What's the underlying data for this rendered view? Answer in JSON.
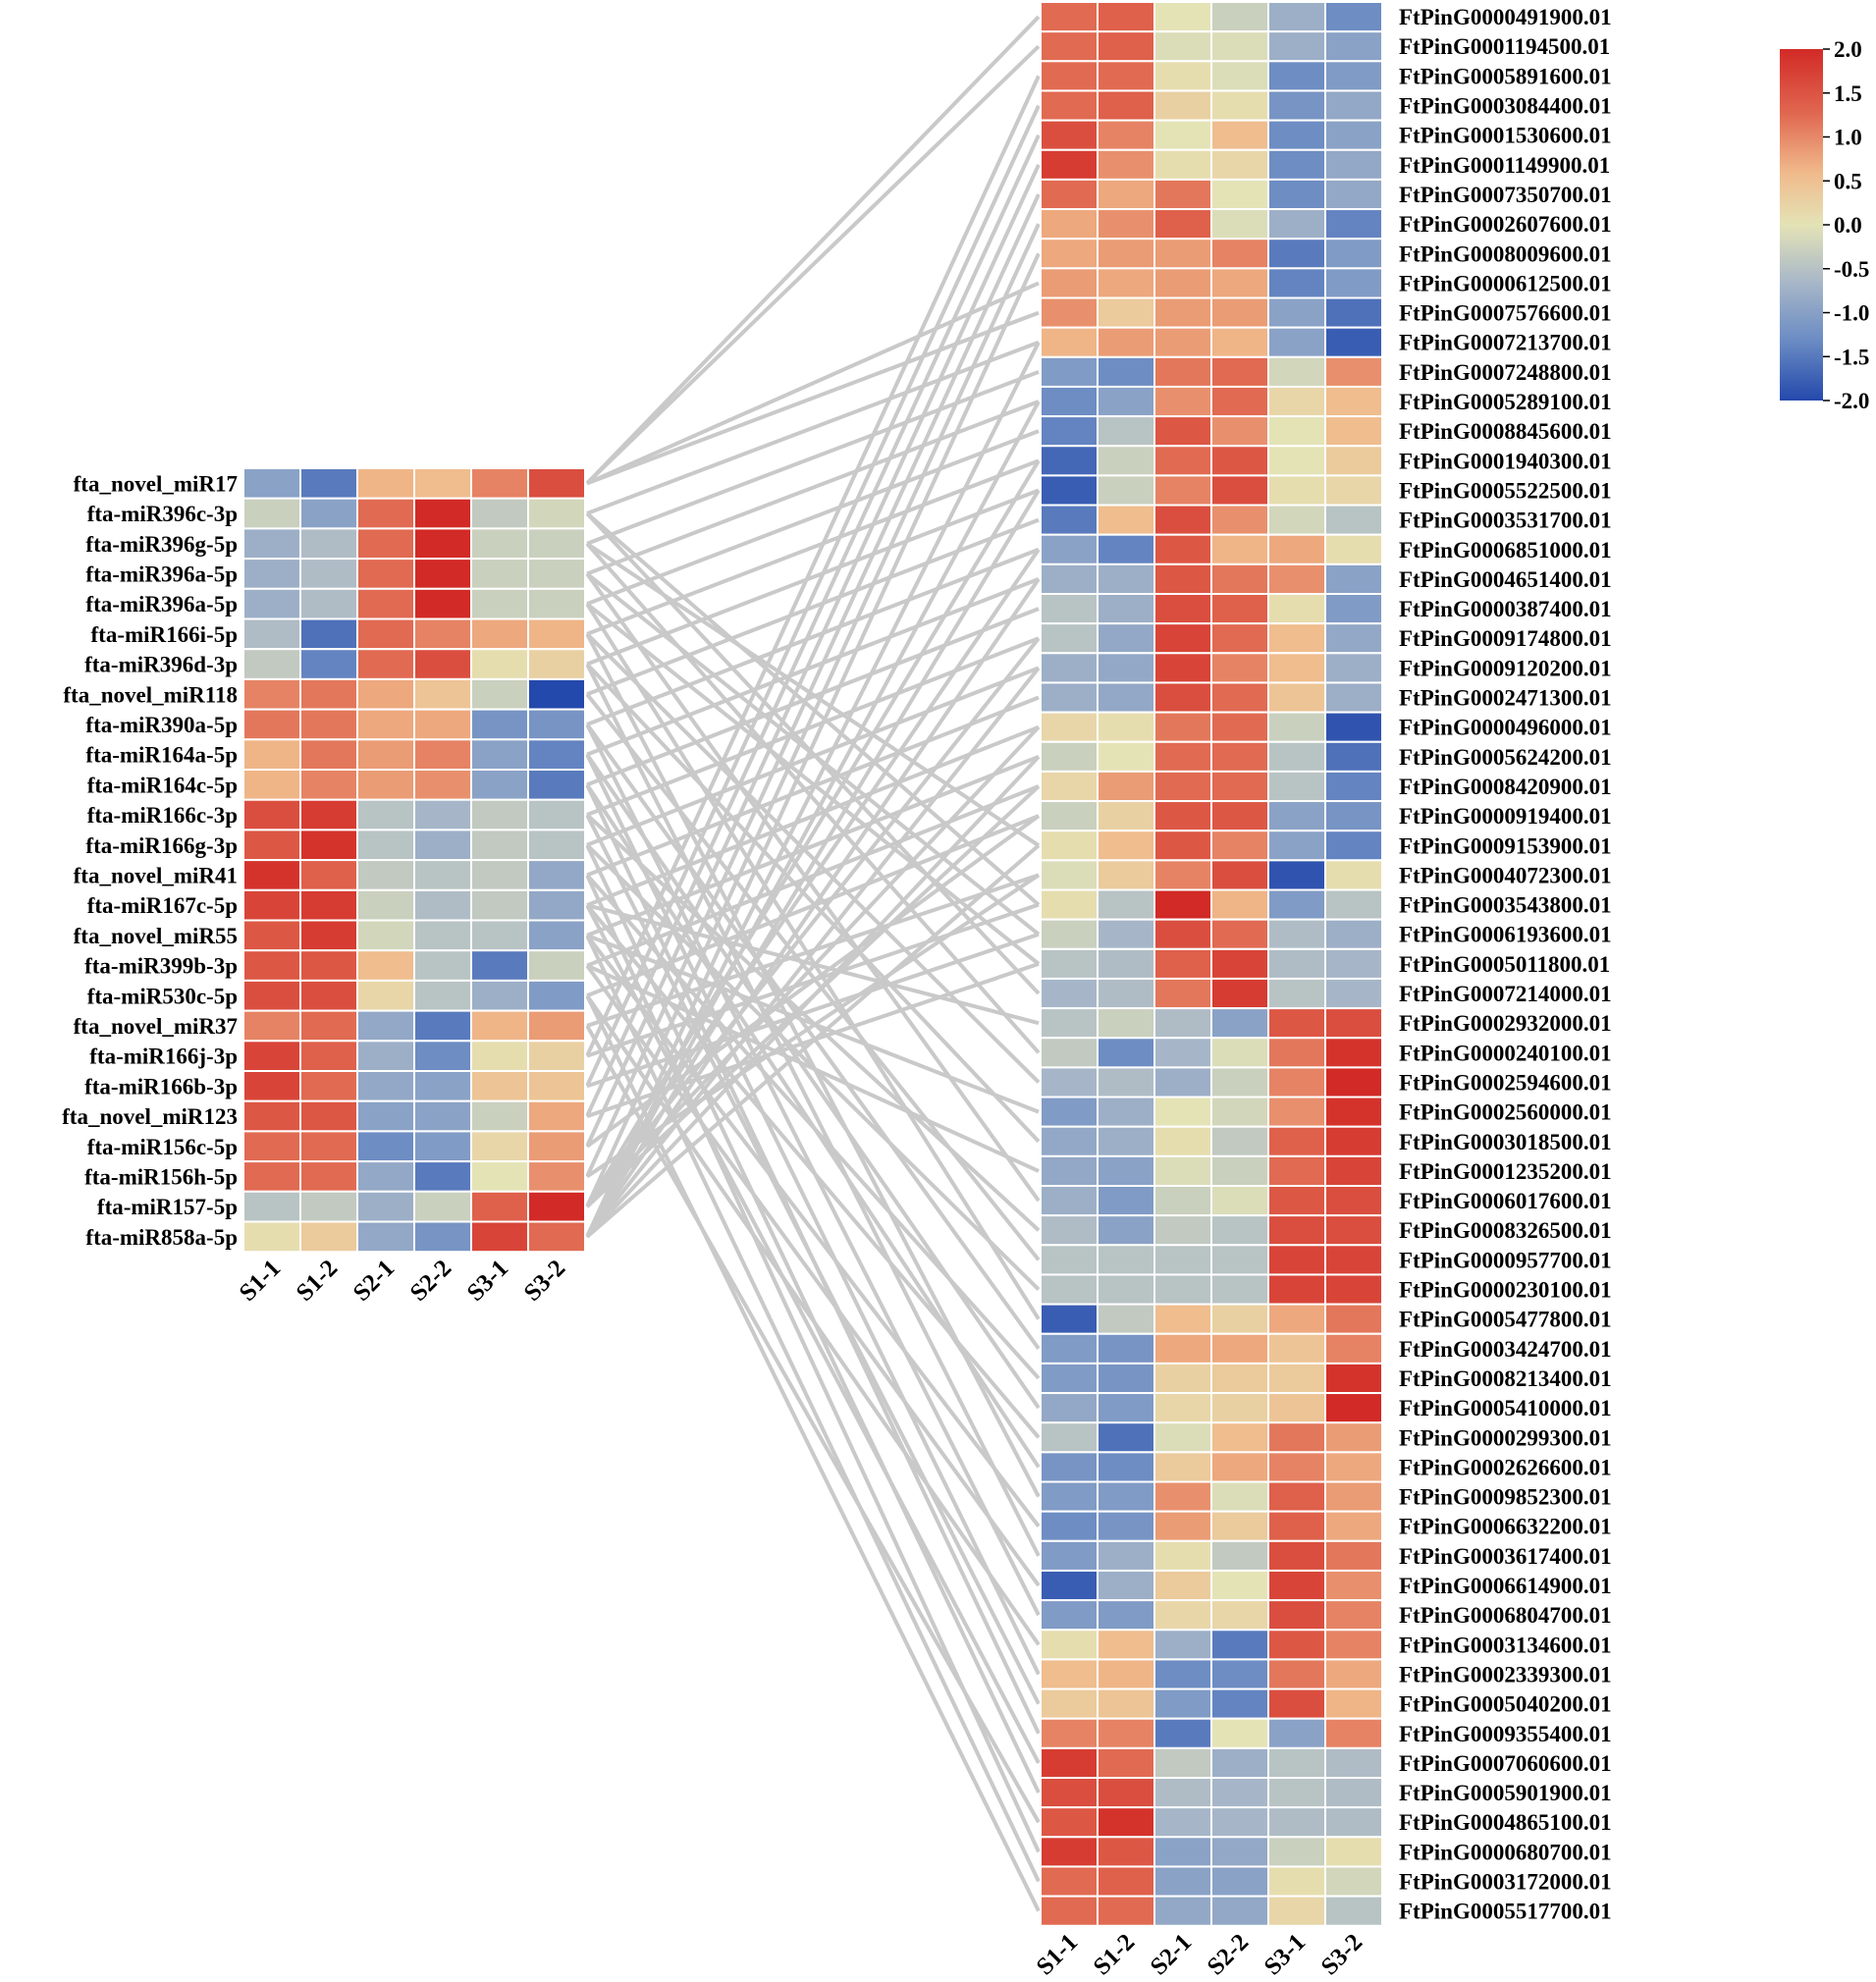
{
  "chart_data": [
    {
      "type": "heatmap",
      "name": "miRNA expression heatmap",
      "columns": [
        "S1-1",
        "S1-2",
        "S2-1",
        "S2-2",
        "S3-1",
        "S3-2"
      ],
      "rows": [
        "fta_novel_miR17",
        "fta-miR396c-3p",
        "fta-miR396g-5p",
        "fta-miR396a-5p",
        "fta-miR396a-5p",
        "fta-miR166i-5p",
        "fta-miR396d-3p",
        "fta_novel_miR118",
        "fta-miR390a-5p",
        "fta-miR164a-5p",
        "fta-miR164c-5p",
        "fta-miR166c-3p",
        "fta-miR166g-3p",
        "fta_novel_miR41",
        "fta-miR167c-5p",
        "fta_novel_miR55",
        "fta-miR399b-3p",
        "fta-miR530c-5p",
        "fta_novel_miR37",
        "fta-miR166j-3p",
        "fta-miR166b-3p",
        "fta_novel_miR123",
        "fta-miR156c-5p",
        "fta-miR156h-5p",
        "fta-miR157-5p",
        "fta-miR858a-5p"
      ],
      "values": [
        [
          -1.0,
          -1.5,
          0.7,
          0.6,
          1.1,
          1.6
        ],
        [
          -0.3,
          -1.0,
          1.3,
          2.0,
          -0.4,
          -0.2
        ],
        [
          -0.8,
          -0.6,
          1.3,
          2.0,
          -0.3,
          -0.3
        ],
        [
          -0.8,
          -0.6,
          1.3,
          2.0,
          -0.3,
          -0.3
        ],
        [
          -0.8,
          -0.6,
          1.3,
          2.0,
          -0.3,
          -0.3
        ],
        [
          -0.6,
          -1.6,
          1.3,
          1.1,
          0.8,
          0.7
        ],
        [
          -0.4,
          -1.4,
          1.3,
          1.6,
          0.1,
          0.3
        ],
        [
          1.1,
          1.2,
          0.8,
          0.5,
          -0.3,
          -2.0
        ],
        [
          1.2,
          1.2,
          0.8,
          0.8,
          -1.2,
          -1.2
        ],
        [
          0.7,
          1.2,
          0.9,
          1.1,
          -1.0,
          -1.4
        ],
        [
          0.7,
          1.1,
          0.9,
          1.0,
          -1.0,
          -1.5
        ],
        [
          1.6,
          1.8,
          -0.5,
          -0.7,
          -0.4,
          -0.5
        ],
        [
          1.5,
          1.9,
          -0.5,
          -0.8,
          -0.4,
          -0.5
        ],
        [
          1.9,
          1.4,
          -0.4,
          -0.5,
          -0.4,
          -0.9
        ],
        [
          1.7,
          1.8,
          -0.3,
          -0.6,
          -0.4,
          -0.9
        ],
        [
          1.5,
          1.8,
          -0.2,
          -0.5,
          -0.5,
          -1.0
        ],
        [
          1.5,
          1.5,
          0.6,
          -0.5,
          -1.5,
          -0.3
        ],
        [
          1.6,
          1.6,
          0.2,
          -0.5,
          -0.8,
          -1.1
        ],
        [
          1.1,
          1.3,
          -0.9,
          -1.5,
          0.7,
          0.9
        ],
        [
          1.7,
          1.4,
          -0.8,
          -1.3,
          0.1,
          0.3
        ],
        [
          1.7,
          1.3,
          -0.9,
          -1.0,
          0.5,
          0.5
        ],
        [
          1.5,
          1.5,
          -1.0,
          -1.0,
          -0.3,
          0.8
        ],
        [
          1.3,
          1.3,
          -1.3,
          -1.1,
          0.2,
          0.9
        ],
        [
          1.3,
          1.3,
          -0.9,
          -1.5,
          0.0,
          1.0
        ],
        [
          -0.5,
          -0.4,
          -0.8,
          -0.3,
          1.4,
          2.0
        ],
        [
          0.1,
          0.4,
          -0.9,
          -1.2,
          1.7,
          1.3
        ]
      ]
    },
    {
      "type": "heatmap",
      "name": "target gene expression heatmap",
      "columns": [
        "S1-1",
        "S1-2",
        "S2-1",
        "S2-2",
        "S3-1",
        "S3-2"
      ],
      "rows": [
        "FtPinG0000491900.01",
        "FtPinG0001194500.01",
        "FtPinG0005891600.01",
        "FtPinG0003084400.01",
        "FtPinG0001530600.01",
        "FtPinG0001149900.01",
        "FtPinG0007350700.01",
        "FtPinG0002607600.01",
        "FtPinG0008009600.01",
        "FtPinG0000612500.01",
        "FtPinG0007576600.01",
        "FtPinG0007213700.01",
        "FtPinG0007248800.01",
        "FtPinG0005289100.01",
        "FtPinG0008845600.01",
        "FtPinG0001940300.01",
        "FtPinG0005522500.01",
        "FtPinG0003531700.01",
        "FtPinG0006851000.01",
        "FtPinG0004651400.01",
        "FtPinG0000387400.01",
        "FtPinG0009174800.01",
        "FtPinG0009120200.01",
        "FtPinG0002471300.01",
        "FtPinG0000496000.01",
        "FtPinG0005624200.01",
        "FtPinG0008420900.01",
        "FtPinG0000919400.01",
        "FtPinG0009153900.01",
        "FtPinG0004072300.01",
        "FtPinG0003543800.01",
        "FtPinG0006193600.01",
        "FtPinG0005011800.01",
        "FtPinG0007214000.01",
        "FtPinG0002932000.01",
        "FtPinG0000240100.01",
        "FtPinG0002594600.01",
        "FtPinG0002560000.01",
        "FtPinG0003018500.01",
        "FtPinG0001235200.01",
        "FtPinG0006017600.01",
        "FtPinG0008326500.01",
        "FtPinG0000957700.01",
        "FtPinG0000230100.01",
        "FtPinG0005477800.01",
        "FtPinG0003424700.01",
        "FtPinG0008213400.01",
        "FtPinG0005410000.01",
        "FtPinG0000299300.01",
        "FtPinG0002626600.01",
        "FtPinG0009852300.01",
        "FtPinG0006632200.01",
        "FtPinG0003617400.01",
        "FtPinG0006614900.01",
        "FtPinG0006804700.01",
        "FtPinG0003134600.01",
        "FtPinG0002339300.01",
        "FtPinG0005040200.01",
        "FtPinG0009355400.01",
        "FtPinG0007060600.01",
        "FtPinG0005901900.01",
        "FtPinG0004865100.01",
        "FtPinG0000680700.01",
        "FtPinG0003172000.01",
        "FtPinG0005517700.01"
      ],
      "values": [
        [
          1.3,
          1.4,
          0.0,
          -0.3,
          -0.8,
          -1.3
        ],
        [
          1.3,
          1.4,
          -0.1,
          -0.1,
          -0.8,
          -1.0
        ],
        [
          1.3,
          1.3,
          0.1,
          -0.1,
          -1.3,
          -1.1
        ],
        [
          1.3,
          1.4,
          0.3,
          0.1,
          -1.2,
          -0.9
        ],
        [
          1.6,
          1.1,
          0.0,
          0.6,
          -1.3,
          -1.0
        ],
        [
          1.8,
          1.0,
          0.1,
          0.2,
          -1.3,
          -0.9
        ],
        [
          1.3,
          0.8,
          1.2,
          0.0,
          -1.3,
          -0.9
        ],
        [
          0.8,
          1.0,
          1.4,
          -0.1,
          -0.8,
          -1.4
        ],
        [
          0.8,
          0.9,
          0.9,
          1.1,
          -1.5,
          -1.1
        ],
        [
          0.9,
          0.8,
          0.9,
          0.8,
          -1.4,
          -1.1
        ],
        [
          1.0,
          0.4,
          0.9,
          0.9,
          -1.0,
          -1.6
        ],
        [
          0.7,
          0.9,
          0.9,
          0.7,
          -1.0,
          -1.8
        ],
        [
          -1.1,
          -1.3,
          1.2,
          1.3,
          -0.2,
          1.0
        ],
        [
          -1.3,
          -1.0,
          1.0,
          1.3,
          0.2,
          0.6
        ],
        [
          -1.4,
          -0.5,
          1.5,
          1.0,
          0.0,
          0.6
        ],
        [
          -1.7,
          -0.3,
          1.3,
          1.5,
          0.0,
          0.4
        ],
        [
          -1.8,
          -0.3,
          1.1,
          1.6,
          0.1,
          0.2
        ],
        [
          -1.5,
          0.6,
          1.6,
          1.0,
          -0.2,
          -0.5
        ],
        [
          -1.0,
          -1.4,
          1.5,
          0.7,
          0.8,
          0.1
        ],
        [
          -0.8,
          -0.8,
          1.5,
          1.2,
          1.0,
          -1.0
        ],
        [
          -0.5,
          -0.8,
          1.6,
          1.4,
          0.1,
          -1.1
        ],
        [
          -0.5,
          -0.9,
          1.7,
          1.3,
          0.6,
          -0.9
        ],
        [
          -0.8,
          -0.9,
          1.7,
          1.1,
          0.6,
          -0.8
        ],
        [
          -0.8,
          -0.9,
          1.6,
          1.3,
          0.5,
          -0.8
        ],
        [
          0.2,
          0.1,
          1.2,
          1.3,
          -0.3,
          -1.9
        ],
        [
          -0.3,
          0.0,
          1.3,
          1.3,
          -0.5,
          -1.6
        ],
        [
          0.2,
          0.9,
          1.3,
          1.3,
          -0.5,
          -1.4
        ],
        [
          -0.3,
          0.3,
          1.5,
          1.5,
          -1.0,
          -1.2
        ],
        [
          0.1,
          0.6,
          1.5,
          1.1,
          -1.0,
          -1.4
        ],
        [
          -0.1,
          0.4,
          1.1,
          1.6,
          -1.9,
          0.1
        ],
        [
          0.1,
          -0.5,
          2.0,
          0.7,
          -1.1,
          -0.5
        ],
        [
          -0.3,
          -0.7,
          1.6,
          1.3,
          -0.6,
          -0.8
        ],
        [
          -0.5,
          -0.6,
          1.4,
          1.7,
          -0.6,
          -0.7
        ],
        [
          -0.7,
          -0.6,
          1.2,
          1.8,
          -0.5,
          -0.7
        ],
        [
          -0.5,
          -0.3,
          -0.6,
          -1.0,
          1.5,
          1.6
        ],
        [
          -0.4,
          -1.3,
          -0.7,
          -0.1,
          1.2,
          1.9
        ],
        [
          -0.7,
          -0.6,
          -0.8,
          -0.3,
          1.1,
          2.0
        ],
        [
          -1.1,
          -0.8,
          0.0,
          -0.2,
          1.0,
          1.9
        ],
        [
          -0.9,
          -0.8,
          0.1,
          -0.4,
          1.4,
          1.8
        ],
        [
          -0.9,
          -1.0,
          -0.1,
          -0.3,
          1.3,
          1.7
        ],
        [
          -0.8,
          -1.1,
          -0.3,
          -0.1,
          1.5,
          1.6
        ],
        [
          -0.6,
          -1.0,
          -0.4,
          -0.5,
          1.6,
          1.6
        ],
        [
          -0.5,
          -0.5,
          -0.5,
          -0.5,
          1.7,
          1.7
        ],
        [
          -0.5,
          -0.5,
          -0.5,
          -0.5,
          1.7,
          1.7
        ],
        [
          -1.8,
          -0.4,
          0.6,
          0.3,
          0.8,
          1.2
        ],
        [
          -1.1,
          -1.2,
          0.8,
          0.8,
          0.5,
          1.1
        ],
        [
          -1.1,
          -1.2,
          0.3,
          0.4,
          0.4,
          1.9
        ],
        [
          -0.9,
          -1.1,
          0.2,
          0.3,
          0.5,
          2.0
        ],
        [
          -0.5,
          -1.6,
          -0.1,
          0.6,
          1.2,
          0.9
        ],
        [
          -1.2,
          -1.3,
          0.4,
          0.8,
          1.1,
          0.8
        ],
        [
          -1.1,
          -1.1,
          1.0,
          -0.1,
          1.4,
          0.9
        ],
        [
          -1.3,
          -1.2,
          0.9,
          0.4,
          1.4,
          0.8
        ],
        [
          -1.1,
          -0.8,
          0.1,
          -0.4,
          1.6,
          1.2
        ],
        [
          -1.8,
          -0.8,
          0.4,
          0.0,
          1.7,
          1.0
        ],
        [
          -1.1,
          -1.1,
          0.2,
          0.2,
          1.6,
          1.1
        ],
        [
          0.1,
          0.6,
          -0.8,
          -1.5,
          1.5,
          1.1
        ],
        [
          0.6,
          0.7,
          -1.3,
          -1.3,
          1.2,
          0.8
        ],
        [
          0.4,
          0.5,
          -1.1,
          -1.4,
          1.6,
          0.7
        ],
        [
          1.1,
          1.1,
          -1.5,
          0.0,
          -1.0,
          1.1
        ],
        [
          1.8,
          1.3,
          -0.4,
          -0.8,
          -0.5,
          -0.6
        ],
        [
          1.6,
          1.6,
          -0.6,
          -0.7,
          -0.5,
          -0.6
        ],
        [
          1.5,
          1.9,
          -0.7,
          -0.7,
          -0.6,
          -0.6
        ],
        [
          1.8,
          1.5,
          -1.0,
          -0.9,
          -0.3,
          0.1
        ],
        [
          1.3,
          1.4,
          -1.0,
          -1.0,
          0.1,
          -0.2
        ],
        [
          1.3,
          1.3,
          -0.9,
          -0.9,
          0.2,
          -0.5
        ]
      ]
    }
  ],
  "legend": {
    "ticks": [
      "2.0",
      "1.5",
      "1.0",
      "0.5",
      "0.0",
      "-0.5",
      "-1.0",
      "-1.5",
      "-2.0"
    ],
    "tick_values": [
      2.0,
      1.5,
      1.0,
      0.5,
      0.0,
      -0.5,
      -1.0,
      -1.5,
      -2.0
    ],
    "range": [
      -2.0,
      2.0
    ],
    "colors": [
      "#2449ac",
      "#6a8bc3",
      "#a9b8c8",
      "#e4e3b6",
      "#f0b98a",
      "#e0664f",
      "#d22a26"
    ]
  },
  "links_color": "#c9c9c9",
  "links": [
    [
      0,
      0
    ],
    [
      0,
      1
    ],
    [
      0,
      9
    ],
    [
      0,
      10
    ],
    [
      1,
      11
    ],
    [
      1,
      30
    ],
    [
      1,
      33
    ],
    [
      2,
      12
    ],
    [
      2,
      28
    ],
    [
      2,
      35
    ],
    [
      3,
      13
    ],
    [
      3,
      31
    ],
    [
      3,
      40
    ],
    [
      4,
      14
    ],
    [
      4,
      32
    ],
    [
      4,
      44
    ],
    [
      5,
      15
    ],
    [
      5,
      36
    ],
    [
      5,
      50
    ],
    [
      6,
      16
    ],
    [
      6,
      38
    ],
    [
      6,
      52
    ],
    [
      7,
      17
    ],
    [
      7,
      42
    ],
    [
      8,
      18
    ],
    [
      8,
      45
    ],
    [
      8,
      54
    ],
    [
      9,
      19
    ],
    [
      9,
      47
    ],
    [
      9,
      56
    ],
    [
      10,
      20
    ],
    [
      10,
      49
    ],
    [
      10,
      58
    ],
    [
      11,
      21
    ],
    [
      11,
      41
    ],
    [
      11,
      57
    ],
    [
      12,
      22
    ],
    [
      12,
      43
    ],
    [
      12,
      60
    ],
    [
      13,
      23
    ],
    [
      13,
      46
    ],
    [
      13,
      62
    ],
    [
      14,
      24
    ],
    [
      14,
      34
    ],
    [
      14,
      48
    ],
    [
      14,
      59
    ],
    [
      15,
      25
    ],
    [
      15,
      37
    ],
    [
      15,
      51
    ],
    [
      15,
      63
    ],
    [
      16,
      26
    ],
    [
      16,
      39
    ],
    [
      16,
      53
    ],
    [
      17,
      27
    ],
    [
      17,
      55
    ],
    [
      17,
      64
    ],
    [
      18,
      29
    ],
    [
      18,
      61
    ],
    [
      19,
      30
    ],
    [
      19,
      2
    ],
    [
      20,
      31
    ],
    [
      20,
      3
    ],
    [
      21,
      32
    ],
    [
      21,
      4
    ],
    [
      22,
      27
    ],
    [
      22,
      5
    ],
    [
      23,
      29
    ],
    [
      23,
      6
    ],
    [
      24,
      7
    ],
    [
      24,
      26
    ],
    [
      24,
      24
    ],
    [
      24,
      21
    ],
    [
      24,
      18
    ],
    [
      24,
      15
    ],
    [
      25,
      8
    ],
    [
      25,
      28
    ],
    [
      25,
      25
    ],
    [
      25,
      22
    ],
    [
      25,
      19
    ],
    [
      25,
      16
    ],
    [
      25,
      13
    ],
    [
      25,
      11
    ]
  ]
}
